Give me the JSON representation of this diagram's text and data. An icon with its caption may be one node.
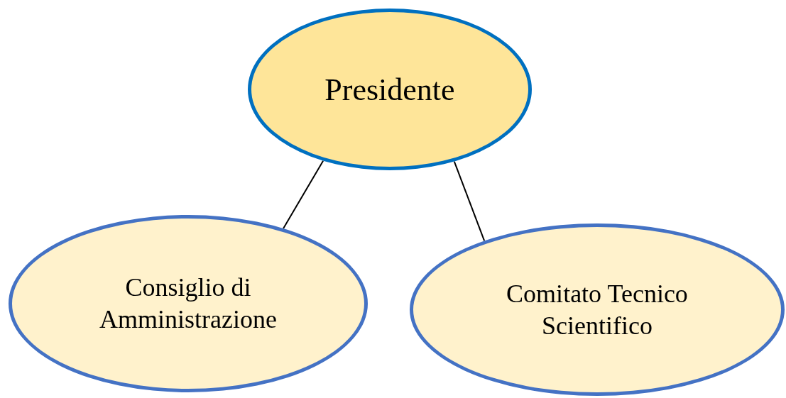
{
  "diagram": {
    "nodes": [
      {
        "text": [
          "Presidente"
        ]
      },
      {
        "text": [
          "Consiglio di Amministrazione"
        ]
      },
      {
        "text": [
          "Comitato Tecnico Scientifico"
        ]
      }
    ],
    "edges": [
      {
        "from": 0,
        "to": 1,
        "arrow": "none"
      },
      {
        "from": 0,
        "to": 2,
        "arrow": "none"
      }
    ]
  }
}
